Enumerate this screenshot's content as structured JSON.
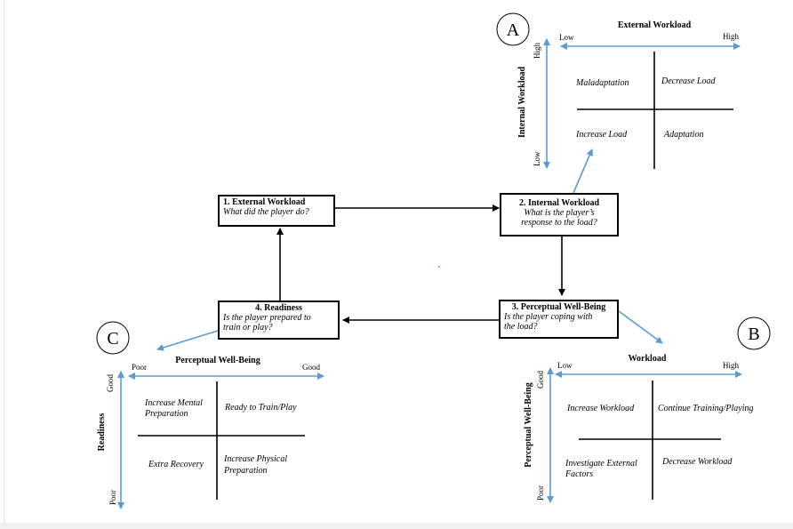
{
  "flow": {
    "box1": {
      "title": "1. External Workload",
      "question": "What did the player do?"
    },
    "box2": {
      "title": "2. Internal Workload",
      "question_line1": "What is the player’s",
      "question_line2": "response to the load?"
    },
    "box3": {
      "title": "3. Perceptual Well-Being",
      "question_line1": "Is the player coping with",
      "question_line2": "the load?"
    },
    "box4": {
      "title": "4. Readiness",
      "question_line1": "Is the player prepared to",
      "question_line2": "train or play?"
    }
  },
  "quadrants": {
    "A": {
      "label": "A",
      "x_title": "External Workload",
      "x_low": "Low",
      "x_high": "High",
      "y_title": "Internal Workload",
      "y_high": "High",
      "y_low": "Low",
      "top_left": "Maladaptation",
      "top_right": "Decrease Load",
      "bottom_left": "Increase Load",
      "bottom_right": "Adaptation"
    },
    "B": {
      "label": "B",
      "x_title": "Workload",
      "x_low": "Low",
      "x_high": "High",
      "y_title": "Perceptual Well-Being",
      "y_good": "Good",
      "y_poor": "Poor",
      "top_left": "Increase Workload",
      "top_right": "Continue Training/Playing",
      "bottom_left_line1": "Investigate External",
      "bottom_left_line2": "Factors",
      "bottom_right": "Decrease Workload"
    },
    "C": {
      "label": "C",
      "x_title": "Perceptual Well-Being",
      "x_poor": "Poor",
      "x_good": "Good",
      "y_title": "Readiness",
      "y_good": "Good",
      "y_poor": "Poor",
      "top_left_line1": "Increase Mental",
      "top_left_line2": "Preparation",
      "top_right": "Ready to Train/Play",
      "bottom_left": "Extra Recovery",
      "bottom_right_line1": "Increase Physical",
      "bottom_right_line2": "Preparation"
    }
  },
  "colors": {
    "arrow_blue": "#5b9bd5",
    "line_black": "#000000"
  }
}
